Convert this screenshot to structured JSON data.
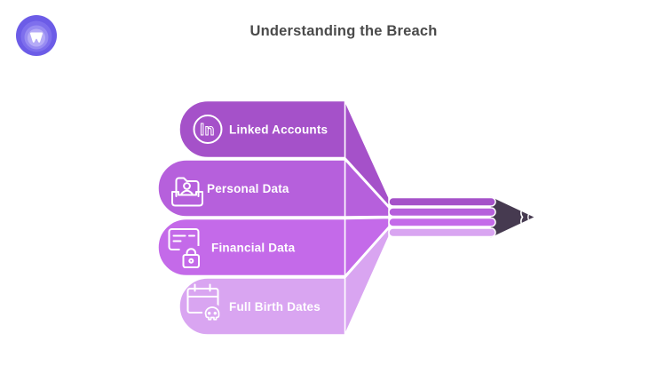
{
  "title": {
    "text": "Understanding the Breach",
    "color": "#4a4a4a"
  },
  "logo": {
    "name": "visme-brand-logo",
    "outer_color": "#6C5CE7",
    "ring1_color": "#7E6FED",
    "ring2_color": "#988CF2",
    "ring3_color": "#B5ABF7",
    "mark_color": "#ffffff"
  },
  "diagram": {
    "outline_color": "#ffffff",
    "arrow_color": "#463A50",
    "items": [
      {
        "label": "Linked Accounts",
        "icon": "linkedin-in-icon",
        "color": "#A551C9"
      },
      {
        "label": "Personal Data",
        "icon": "inbox-person-icon",
        "color": "#B660DC"
      },
      {
        "label": "Financial Data",
        "icon": "credit-card-lock-icon",
        "color": "#C46AE9"
      },
      {
        "label": "Full Birth Dates",
        "icon": "calendar-skull-icon",
        "color": "#D9A5F1"
      }
    ]
  }
}
